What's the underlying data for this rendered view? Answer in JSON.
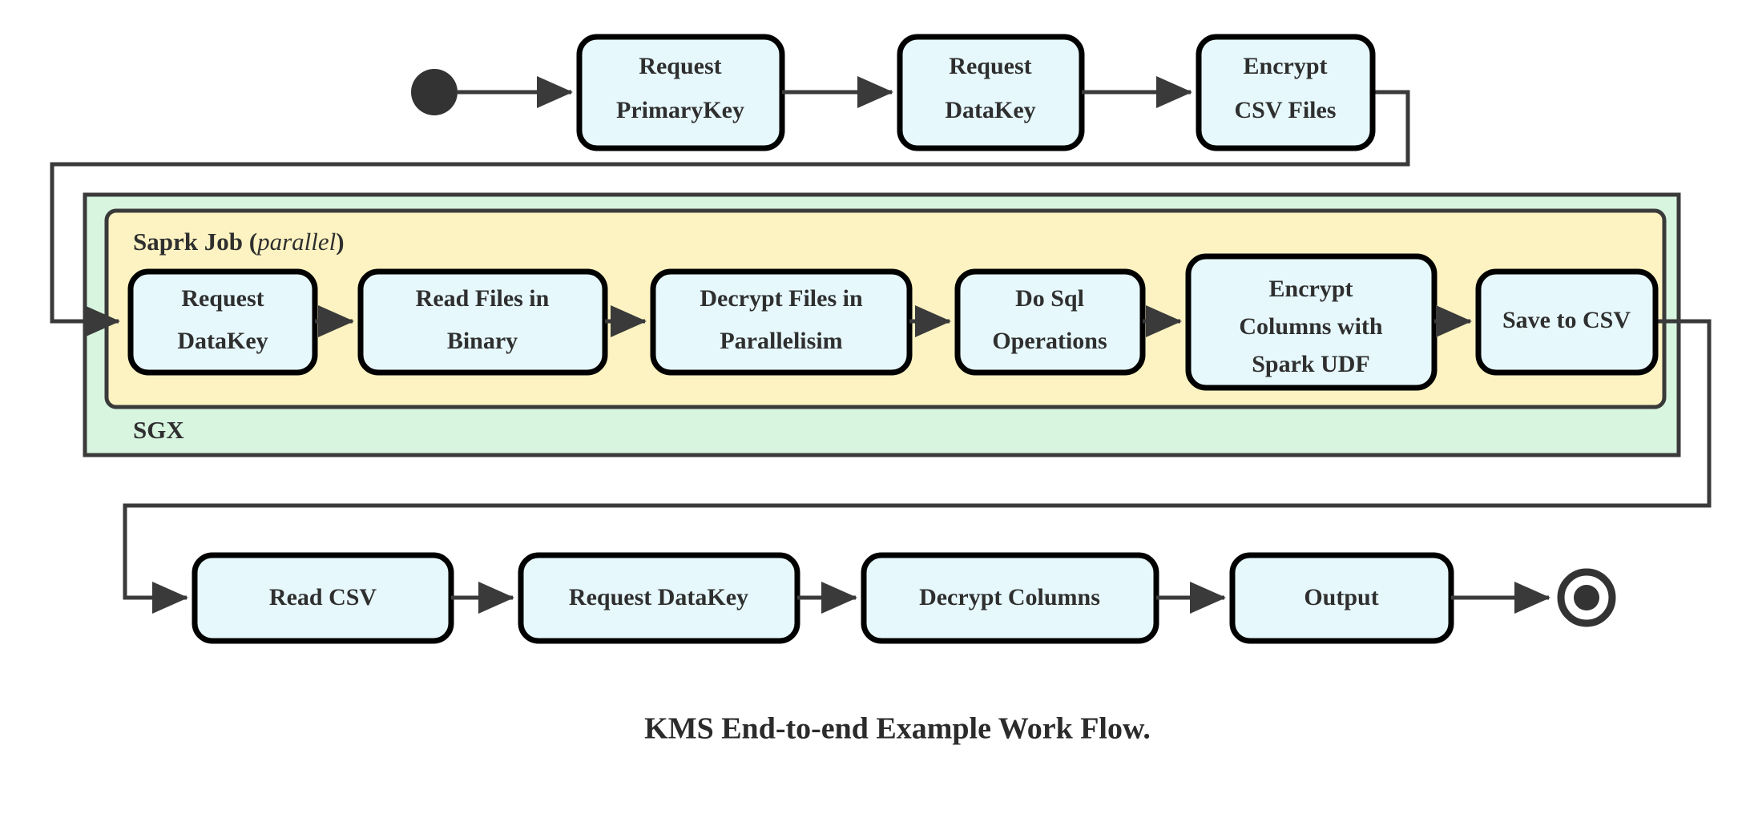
{
  "diagram": {
    "caption": "KMS End-to-end Example Work Flow.",
    "colors": {
      "node_fill": "#e6f8fc",
      "node_stroke": "#000000",
      "outer_group_fill": "#d8f5e0",
      "inner_group_fill": "#fdf3c2",
      "connector": "#3a3a3a",
      "text": "#2f2f2f",
      "background": "#ffffff"
    },
    "start_node": {
      "name": "start-node",
      "shape": "filled-circle"
    },
    "end_node": {
      "name": "end-node",
      "shape": "ring-with-filled-circle"
    },
    "groups": [
      {
        "id": "sgx",
        "label": "SGX",
        "label_position": "bottom-left",
        "fill": "#d8f5e0"
      },
      {
        "id": "spark-job",
        "label": "Saprk Job",
        "label_suffix": "(parallel)",
        "label_suffix_italic_text": "parallel",
        "label_position": "top-left",
        "fill": "#fdf3c2"
      }
    ],
    "rows": [
      {
        "id": "row-top",
        "nodes": [
          {
            "id": "request-primarykey",
            "lines": [
              "Request",
              "PrimaryKey"
            ]
          },
          {
            "id": "request-datakey-top",
            "lines": [
              "Request",
              "DataKey"
            ]
          },
          {
            "id": "encrypt-csv-files",
            "lines": [
              "Encrypt",
              "CSV Files"
            ]
          }
        ]
      },
      {
        "id": "row-middle",
        "group": "spark-job",
        "nodes": [
          {
            "id": "request-datakey-spark",
            "lines": [
              "Request",
              "DataKey"
            ]
          },
          {
            "id": "read-files-in-binary",
            "lines": [
              "Read Files in",
              "Binary"
            ]
          },
          {
            "id": "decrypt-files-in-parallelisim",
            "lines": [
              "Decrypt Files in",
              "Parallelisim"
            ]
          },
          {
            "id": "do-sql-operations",
            "lines": [
              "Do Sql",
              "Operations"
            ]
          },
          {
            "id": "encrypt-columns-with-spark-udf",
            "lines": [
              "Encrypt",
              "Columns with",
              "Spark UDF"
            ]
          },
          {
            "id": "save-to-csv",
            "lines": [
              "Save to CSV"
            ]
          }
        ]
      },
      {
        "id": "row-bottom",
        "nodes": [
          {
            "id": "read-csv",
            "lines": [
              "Read CSV"
            ]
          },
          {
            "id": "request-datakey-bottom",
            "lines": [
              "Request DataKey"
            ]
          },
          {
            "id": "decrypt-columns",
            "lines": [
              "Decrypt Columns"
            ]
          },
          {
            "id": "output",
            "lines": [
              "Output"
            ]
          }
        ]
      }
    ],
    "labels": {
      "n0_l0": "Request",
      "n0_l1": "PrimaryKey",
      "n1_l0": "Request",
      "n1_l1": "DataKey",
      "n2_l0": "Encrypt",
      "n2_l1": "CSV Files",
      "m0_l0": "Request",
      "m0_l1": "DataKey",
      "m1_l0": "Read Files in",
      "m1_l1": "Binary",
      "m2_l0": "Decrypt Files in",
      "m2_l1": "Parallelisim",
      "m3_l0": "Do Sql",
      "m3_l1": "Operations",
      "m4_l0": "Encrypt",
      "m4_l1": "Columns with",
      "m4_l2": "Spark UDF",
      "m5_l0": "Save to CSV",
      "b0_l0": "Read CSV",
      "b1_l0": "Request DataKey",
      "b2_l0": "Decrypt Columns",
      "b3_l0": "Output",
      "group_spark_main": "Saprk Job",
      "group_spark_paren_open": "(",
      "group_spark_italic": "parallel",
      "group_spark_paren_close": ")",
      "group_sgx": "SGX",
      "caption": "KMS End-to-end Example Work Flow."
    }
  }
}
